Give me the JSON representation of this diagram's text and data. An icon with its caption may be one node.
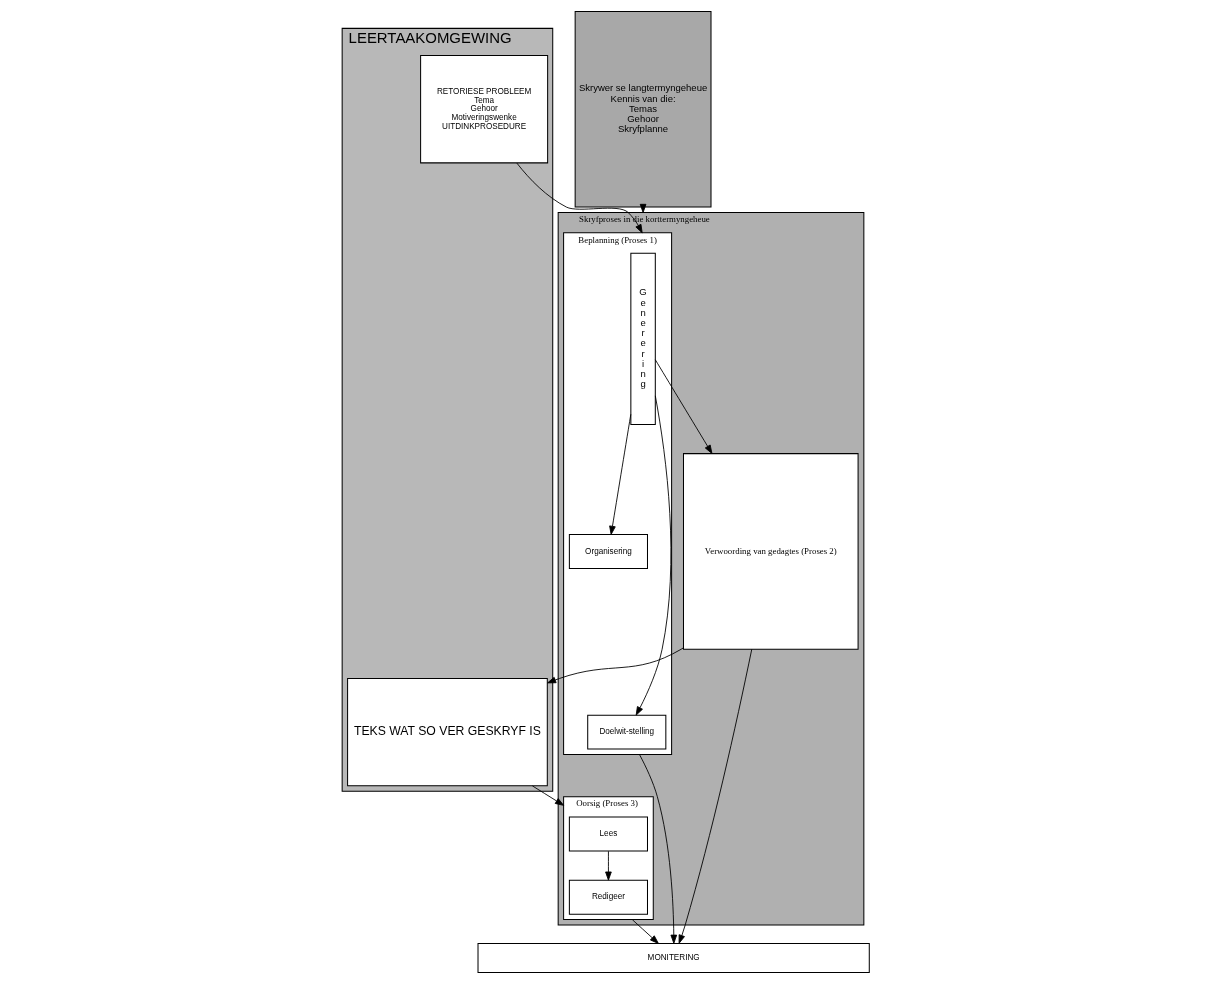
{
  "diagram": {
    "nodes": [
      {
        "text": [
          "LEERTAAKOMGEWING"
        ]
      },
      {
        "text": [
          "RETORIESE PROBLEEM",
          "Tema",
          "Gehoor",
          "Motiveringswenke",
          "UITDINKPROSEDURE"
        ],
        "in": 0
      },
      {
        "text": [
          "TEKS WAT SO VER GESKRYF IS"
        ],
        "in": 0
      },
      {
        "text": [
          "Skrywer se langtermyngeheue",
          "Kennis van die:",
          "Temas",
          "Gehoor",
          "Skryfplanne"
        ]
      },
      {
        "text": [
          "Skryfproses in die korttermyngeheue"
        ]
      },
      {
        "text": [
          "Beplanning (Proses 1)"
        ],
        "in": 4
      },
      {
        "text": [
          "Generering"
        ],
        "in": 5
      },
      {
        "text": [
          "Organisering"
        ],
        "in": 5
      },
      {
        "text": [
          "Doelwit-stelling"
        ],
        "in": 5
      },
      {
        "text": [
          "Verwoording van gedagtes (Proses 2)"
        ],
        "in": 4
      },
      {
        "text": [
          "Oorsig (Proses 3)"
        ],
        "in": 4
      },
      {
        "text": [
          "Lees"
        ],
        "in": 10
      },
      {
        "text": [
          "Redigeer"
        ],
        "in": 10
      },
      {
        "text": [
          "MONITERING"
        ]
      }
    ],
    "edges": [
      {
        "from": 1,
        "to": 5,
        "arrow": "to"
      },
      {
        "from": 9,
        "to": 2,
        "arrow": "to"
      },
      {
        "from": 2,
        "to": 10,
        "arrow": "to"
      },
      {
        "from": 3,
        "to": 4,
        "arrow": "to"
      },
      {
        "from": 6,
        "to": 7,
        "arrow": "to"
      },
      {
        "from": 6,
        "to": 8,
        "arrow": "to"
      },
      {
        "from": 6,
        "to": 9,
        "arrow": "to"
      },
      {
        "from": 11,
        "to": 12,
        "arrow": "to"
      },
      {
        "from": 5,
        "to": 13,
        "arrow": "to"
      },
      {
        "from": 9,
        "to": 13,
        "arrow": "to"
      },
      {
        "from": 10,
        "to": 13,
        "arrow": "to"
      }
    ]
  }
}
